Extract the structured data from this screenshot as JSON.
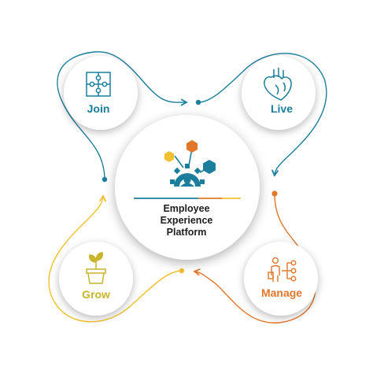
{
  "colors": {
    "teal": "#1b7e9c",
    "orange": "#e2762b",
    "yellow": "#f2c02e",
    "olive": "#c9b42a",
    "text": "#1e1e1e"
  },
  "center": {
    "title_lines": [
      "Employee",
      "Experience",
      "Platform"
    ],
    "logo_icon": "hexagon-gear-network-icon"
  },
  "nodes": [
    {
      "id": "join",
      "label": "Join",
      "icon": "puzzle-icon",
      "color": "#1b7e9c"
    },
    {
      "id": "live",
      "label": "Live",
      "icon": "heart-icon",
      "color": "#1b7e9c"
    },
    {
      "id": "manage",
      "label": "Manage",
      "icon": "presenter-hierarchy-icon",
      "color": "#e2762b"
    },
    {
      "id": "grow",
      "label": "Grow",
      "icon": "sprout-pot-icon",
      "color": "#c9b42a"
    }
  ]
}
